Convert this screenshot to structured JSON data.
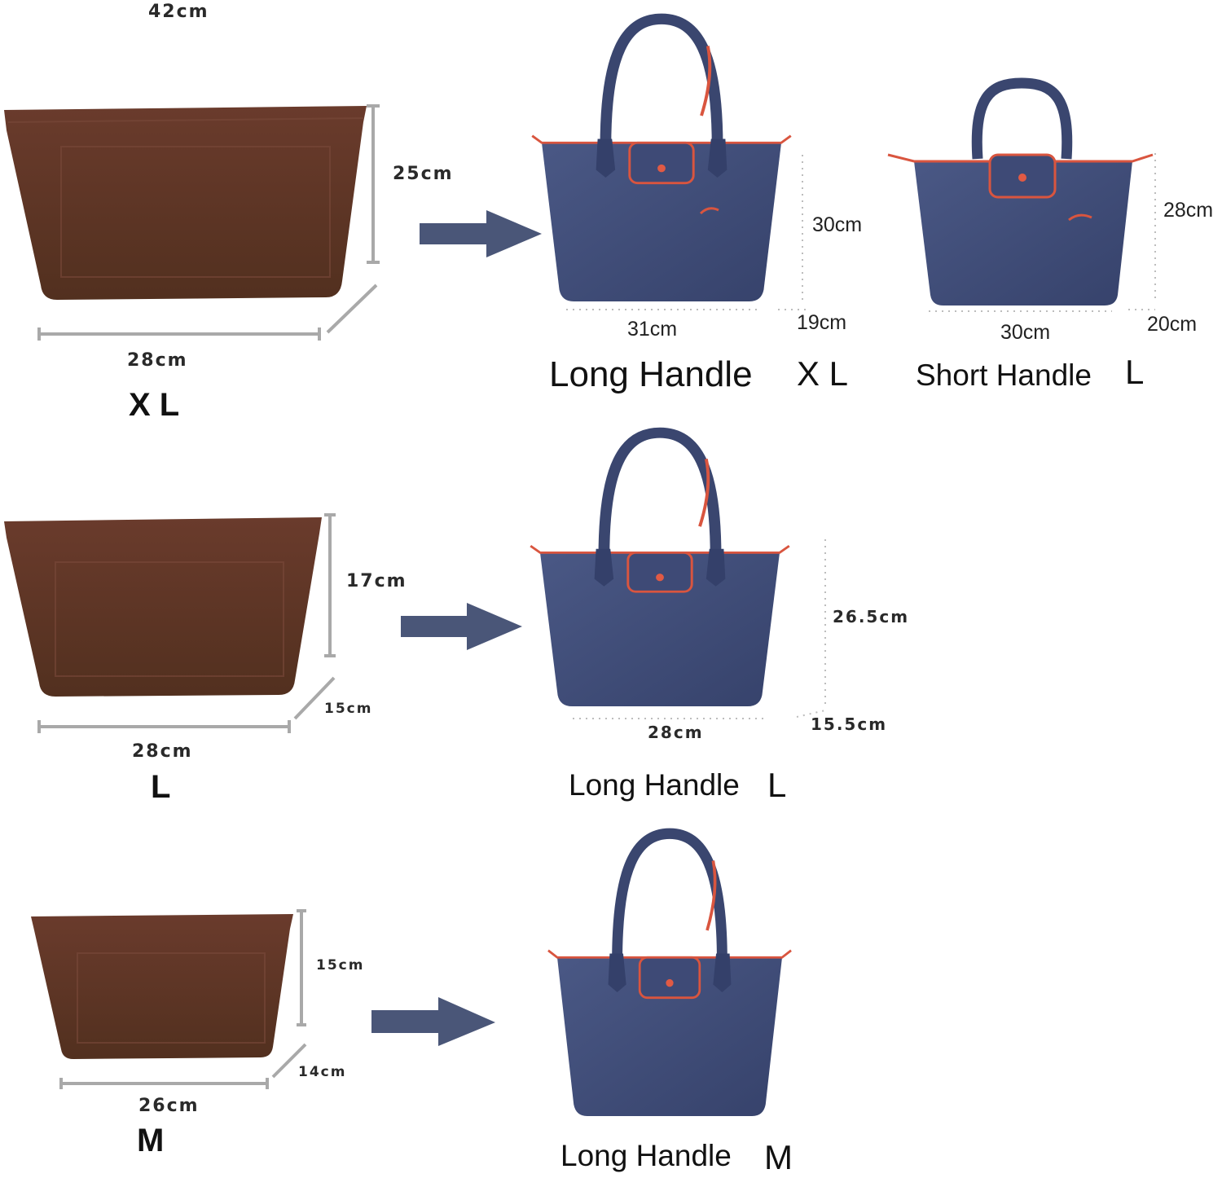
{
  "inserts": [
    {
      "size": "X L",
      "width": "42cm",
      "height": "25cm",
      "depth": "",
      "base": "28cm"
    },
    {
      "size": "L",
      "height": "17cm",
      "depth": "15cm",
      "base": "28cm"
    },
    {
      "size": "M",
      "height": "15cm",
      "depth": "14cm",
      "base": "26cm"
    }
  ],
  "bags": [
    {
      "caption": "Long Handle",
      "size": "X L",
      "width": "31cm",
      "height": "30cm",
      "depth": "19cm"
    },
    {
      "caption": "Short Handle",
      "size": "L",
      "width": "30cm",
      "height": "28cm",
      "depth": "20cm"
    },
    {
      "caption": "Long Handle",
      "size": "L",
      "width": "28cm",
      "height": "26.5cm",
      "depth": "15.5cm"
    },
    {
      "caption": "Long Handle",
      "size": "M"
    }
  ],
  "colors": {
    "insert_felt": "#5c3325",
    "bag_navy": "#3f4c78",
    "bag_trim": "#d9553f",
    "arrow": "#4a5678",
    "dimension_line": "#a9a9a9"
  }
}
